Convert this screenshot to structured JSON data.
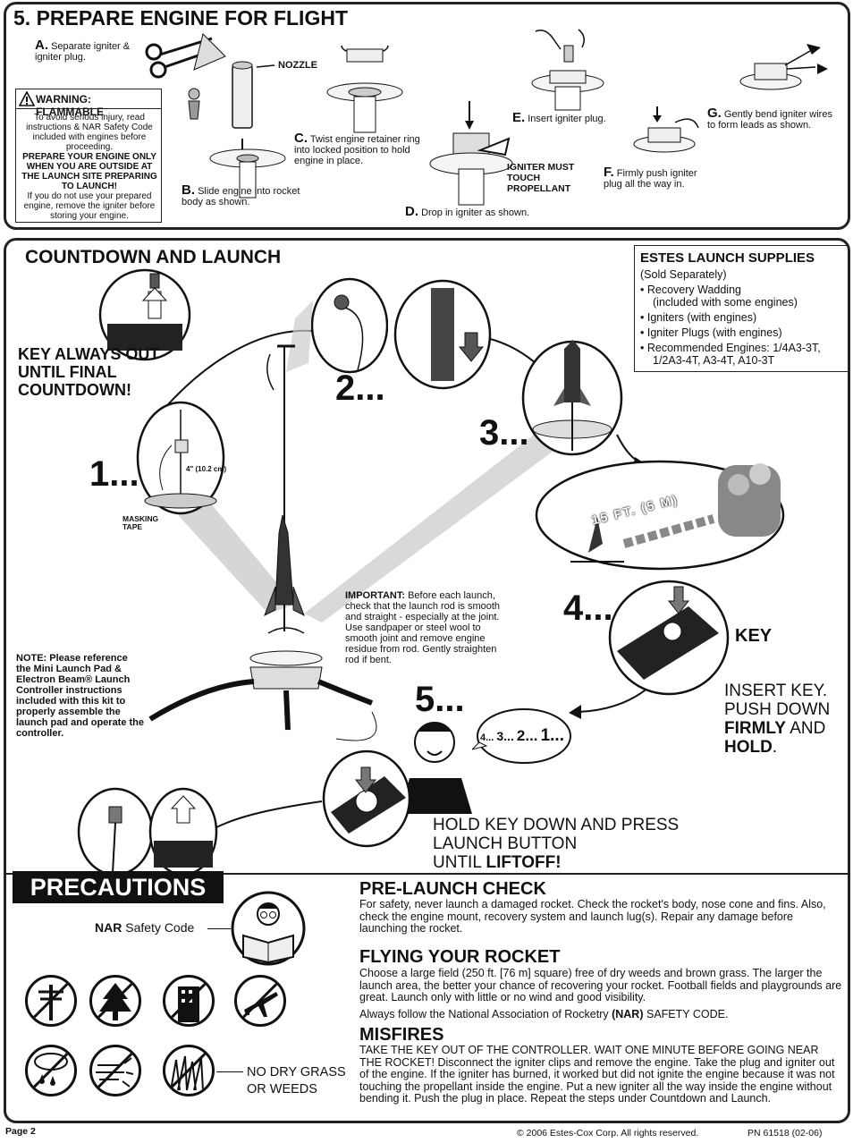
{
  "top": {
    "title": "5. PREPARE ENGINE FOR FLIGHT",
    "stepA_letter": "A.",
    "stepA_text": "Separate igniter & igniter plug.",
    "nozzle_label": "NOZZLE",
    "warning_title": "WARNING: FLAMMABLE",
    "warning_line1": "To avoid serious injury, read instructions & NAR Safety Code included with engines before proceeding.",
    "warning_line2": "PREPARE YOUR ENGINE ONLY WHEN YOU ARE OUTSIDE AT THE LAUNCH SITE PREPARING TO LAUNCH!",
    "warning_line3": "If you do not use your prepared engine, remove the igniter before storing your engine.",
    "stepB_letter": "B.",
    "stepB_text": "Slide engine into rocket body as shown.",
    "stepC_letter": "C.",
    "stepC_text": "Twist engine retainer ring into locked position to hold engine in place.",
    "stepD_letter": "D.",
    "stepD_text": "Drop in igniter as shown.",
    "igniter_note": "IGNITER MUST TOUCH PROPELLANT",
    "stepE_letter": "E.",
    "stepE_text": "Insert igniter plug.",
    "stepF_letter": "F.",
    "stepF_text": "Firmly push igniter plug all the way in.",
    "stepG_letter": "G.",
    "stepG_text": "Gently bend igniter wires to form leads as shown."
  },
  "countdown": {
    "title": "COUNTDOWN AND LAUNCH",
    "key_always": "KEY ALWAYS OUT UNTIL FINAL COUNTDOWN!",
    "step1": "1...",
    "step2": "2...",
    "step3": "3...",
    "step4": "4...",
    "step5": "5...",
    "measure": "4\" (10.2 cm)",
    "masking_tape": "MASKING TAPE",
    "distance": "15 FT. (5 M)",
    "important_label": "IMPORTANT:",
    "important_text": "Before each launch, check that the launch rod is smooth and straight - especially at the joint. Use sandpaper or steel wool to smooth joint and remove engine residue from rod. Gently straighten rod if bent.",
    "note_text": "NOTE: Please reference the Mini Launch Pad & Electron Beam® Launch Controller instructions included with this kit to properly assemble the launch pad and operate the controller.",
    "key_label": "KEY",
    "insert_key_1": "INSERT KEY. PUSH DOWN",
    "insert_key_firmly": "FIRMLY",
    "insert_key_and": "AND",
    "insert_key_hold": "HOLD",
    "insert_key_period": ".",
    "bubble_4": "4...",
    "bubble_3": "3...",
    "bubble_2": "2...",
    "bubble_1": "1...",
    "hold_key_1": "HOLD KEY DOWN AND PRESS",
    "hold_key_2": "LAUNCH BUTTON",
    "hold_key_3": "UNTIL",
    "hold_key_liftoff": "LIFTOFF!"
  },
  "supplies": {
    "title": "ESTES LAUNCH SUPPLIES",
    "subtitle": "(Sold Separately)",
    "items": [
      "• Recovery Wadding",
      "(included with some engines)",
      "• Igniters (with engines)",
      "• Igniter Plugs (with engines)",
      "• Recommended Engines: 1/4A3-3T,",
      "1/2A3-4T, A3-4T, A10-3T"
    ]
  },
  "precautions": {
    "title": "PRECAUTIONS",
    "nar_bold": "NAR",
    "nar_rest": "Safety Code",
    "no_dry_grass": "NO DRY GRASS OR WEEDS",
    "prelaunch_title": "PRE-LAUNCH CHECK",
    "prelaunch_text": "For safety, never launch a damaged rocket. Check the rocket's body, nose cone and fins. Also, check the engine mount, recovery system and launch lug(s). Repair any damage before launching the rocket.",
    "flying_title": "FLYING YOUR ROCKET",
    "flying_text": "Choose a large field (250 ft. [76 m] square) free of dry weeds and brown grass. The larger the launch area, the better your chance of recovering your rocket. Football fields and playgrounds are great. Launch only with little or no wind and good visibility.",
    "flying_text2_a": "Always follow the National Association of Rocketry",
    "flying_text2_b": "(NAR)",
    "flying_text2_c": "SAFETY CODE.",
    "misfires_title": "MISFIRES",
    "misfires_text": "TAKE THE KEY OUT OF THE CONTROLLER. WAIT ONE MINUTE  BEFORE GOING NEAR THE ROCKET! Disconnect the igniter clips and remove the engine. Take the plug and igniter out of the engine. If the igniter has burned, it worked but did not ignite the engine because it was not touching the propellant inside the engine. Put a new igniter all the way inside the engine without bending it. Push the plug in place. Repeat the steps under Countdown and Launch."
  },
  "footer": {
    "page": "Page 2",
    "copyright": "© 2006 Estes-Cox Corp. All rights reserved.",
    "part_number": "PN 61518 (02-06)"
  }
}
